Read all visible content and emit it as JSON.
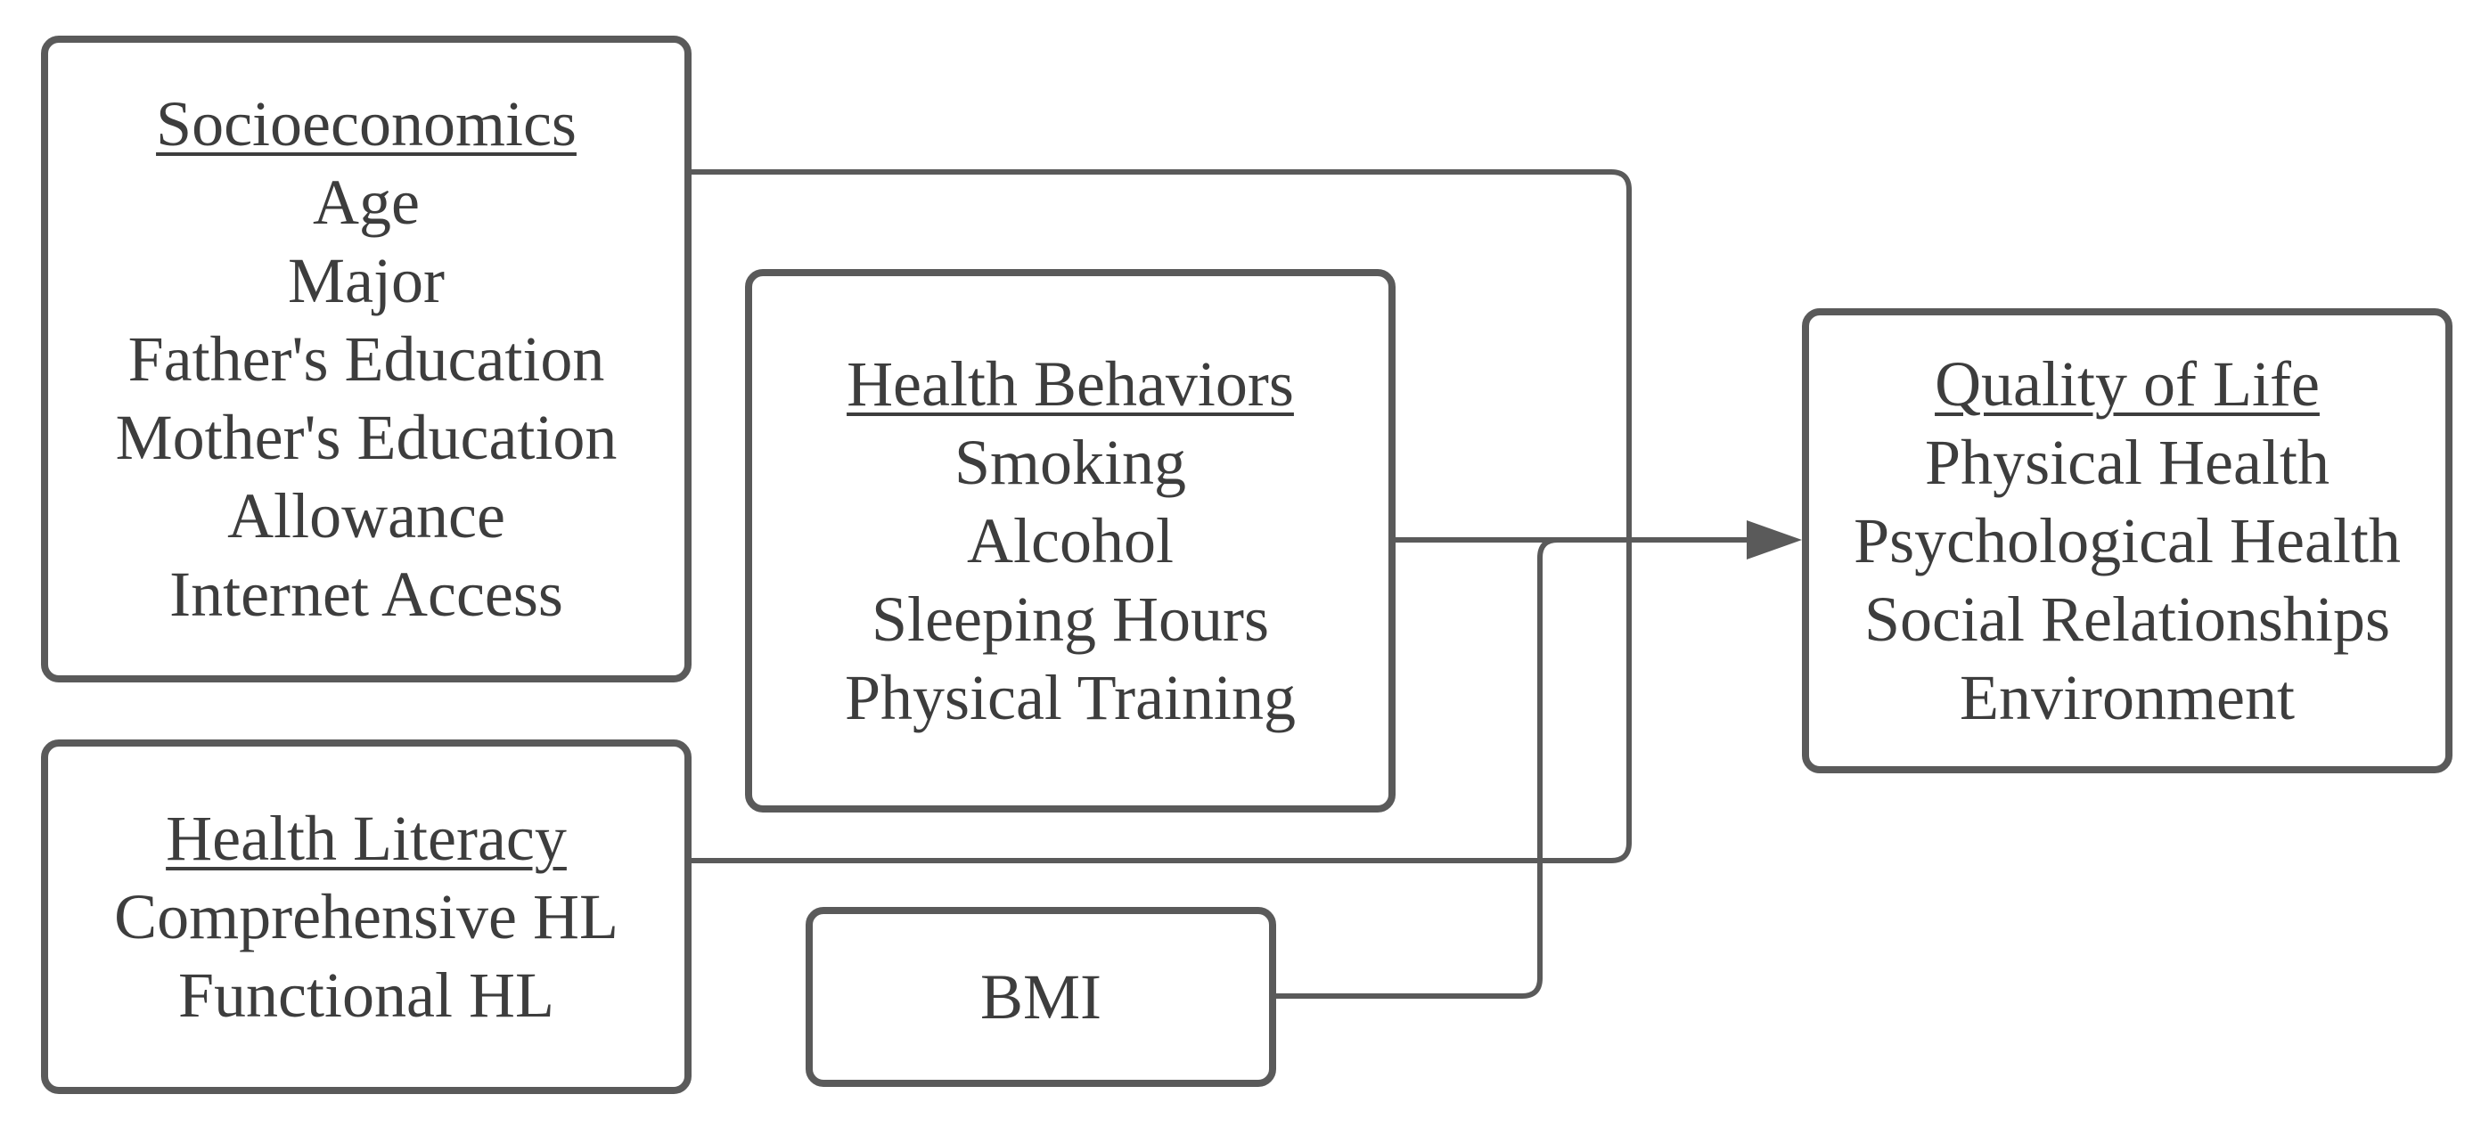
{
  "colors": {
    "line": "#5a5a5a",
    "text": "#3d3d3d",
    "background": "#ffffff"
  },
  "socioeconomics": {
    "title": "Socioeconomics",
    "items": [
      "Age",
      "Major",
      "Father's Education",
      "Mother's Education",
      "Allowance",
      "Internet Access"
    ]
  },
  "health_behaviors": {
    "title": "Health Behaviors",
    "items": [
      "Smoking",
      "Alcohol",
      "Sleeping Hours",
      "Physical Training"
    ]
  },
  "health_literacy": {
    "title": "Health Literacy",
    "items": [
      "Comprehensive HL",
      "Functional HL"
    ]
  },
  "bmi": {
    "label": "BMI"
  },
  "quality_of_life": {
    "title": "Quality of Life",
    "items": [
      "Physical Health",
      "Psychological Health",
      "Social Relationships",
      "Environment"
    ]
  }
}
